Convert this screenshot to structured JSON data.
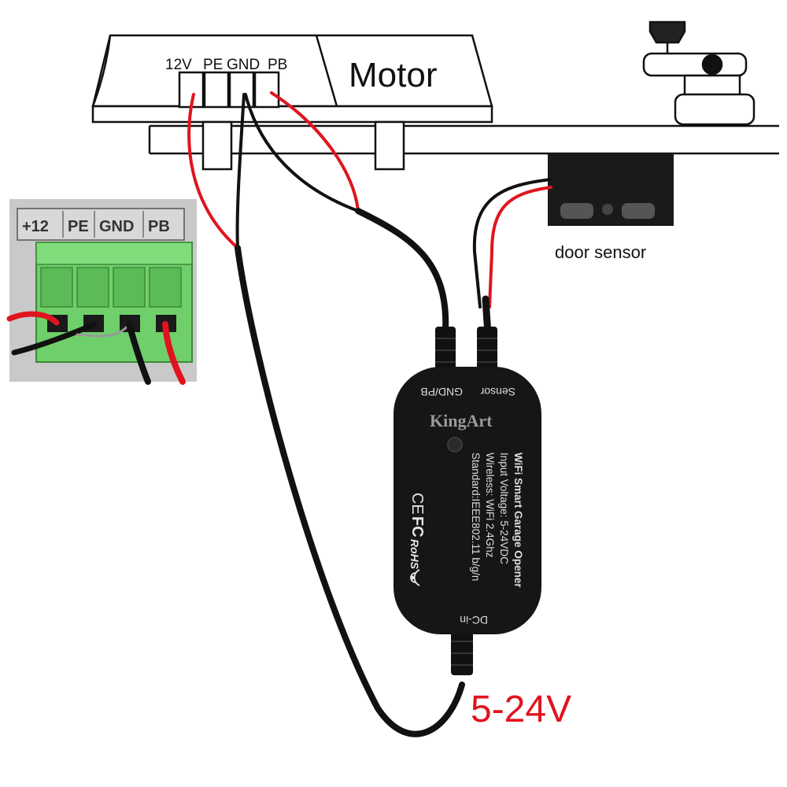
{
  "motor": {
    "label": "Motor",
    "terminals": [
      "12V",
      "PE",
      "GND",
      "PB"
    ]
  },
  "terminal_photo": {
    "labels": [
      "+12",
      "PE",
      "GND",
      "PB"
    ]
  },
  "door_sensor": {
    "label": "door sensor"
  },
  "device": {
    "brand": "KingArt",
    "port_gnd_pb": "GND/PB",
    "port_sensor": "Sensor",
    "port_dc_in": "DC-in",
    "spec_title": "WiFi Smart Garage Opener",
    "spec_voltage": "Input Voltage: 5-24VDC",
    "spec_wireless": "Wireless: WiFi 2.4Ghz",
    "spec_standard": "Standard:IEEE802.11 b/g/n",
    "cert_ce": "CE",
    "cert_fc": "FC",
    "cert_rohs": "RoHS"
  },
  "power": {
    "label": "5-24V",
    "color": "#e0141e"
  },
  "colors": {
    "wire_red": "#e0141e",
    "wire_black": "#111111",
    "terminal_green": "#6fcf6a",
    "device_body": "#161616"
  }
}
